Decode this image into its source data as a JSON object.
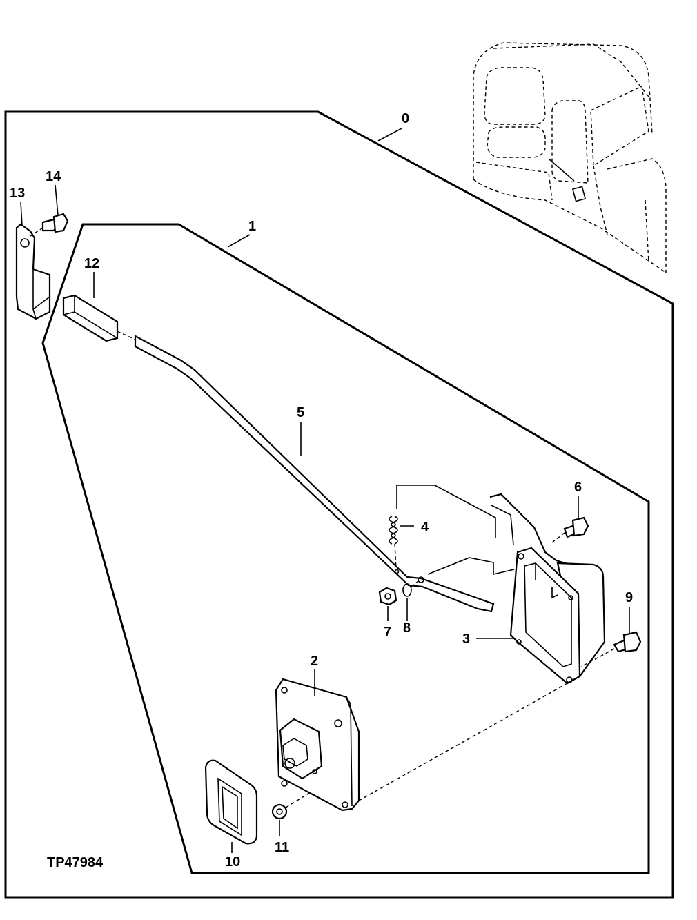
{
  "figure_id": "TP47984",
  "callouts": {
    "c0": "0",
    "c1": "1",
    "c2": "2",
    "c3": "3",
    "c4": "4",
    "c5": "5",
    "c6": "6",
    "c7": "7",
    "c8": "8",
    "c9": "9",
    "c10": "10",
    "c11": "11",
    "c12": "12",
    "c13": "13",
    "c14": "14"
  }
}
